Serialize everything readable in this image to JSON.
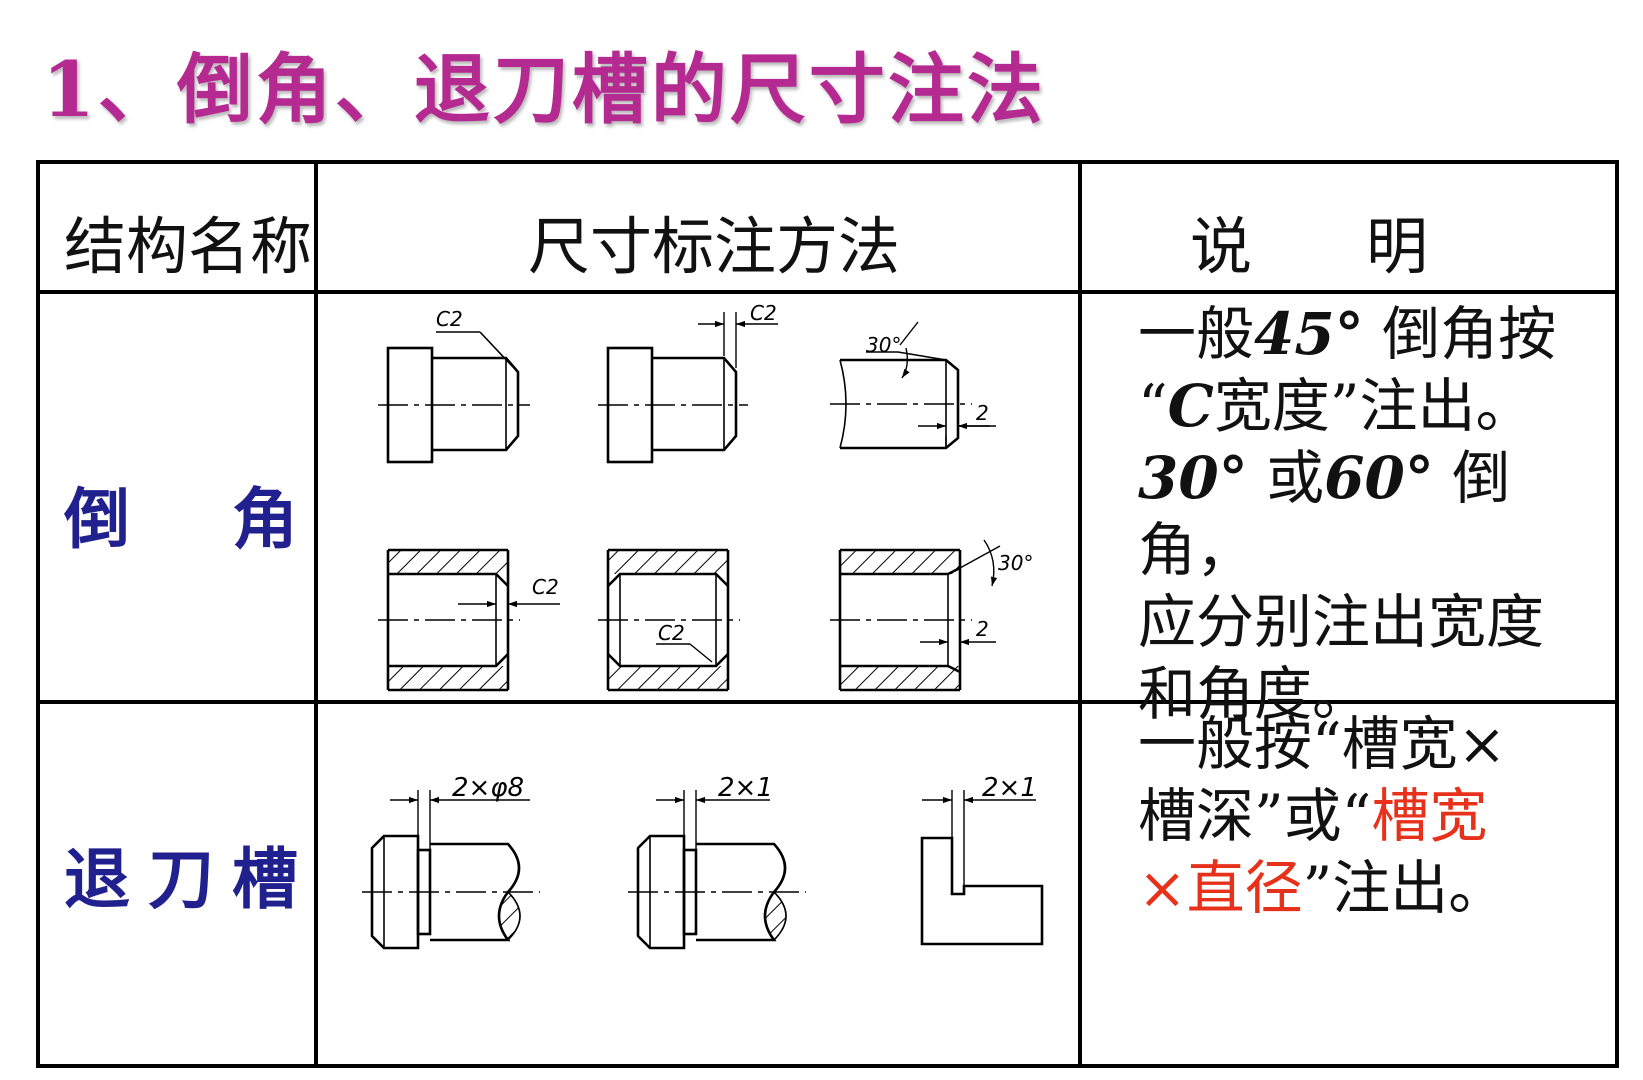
{
  "title": "1、倒角、退刀槽的尺寸注法",
  "table": {
    "headers": {
      "structure": "结构名称",
      "method": "尺寸标注方法",
      "desc_left": "说",
      "desc_right": "明"
    },
    "rows": [
      {
        "name_left": "倒",
        "name_right": "角",
        "labels": [
          "C2",
          "C2",
          "30°",
          "2",
          "C2",
          "C2",
          "30°",
          "2"
        ],
        "desc": {
          "l1a": "一般",
          "l1b": "45°",
          "l1c": " 倒角按",
          "l2a": "“",
          "l2b": "C",
          "l2c": "宽度”注出。",
          "l3a": "30°",
          "l3b": " 或",
          "l3c": "60°",
          "l3d": " 倒角，",
          "l4": "应分别注出宽度",
          "l5": "和角度。"
        }
      },
      {
        "name_left": "退",
        "name_mid": "刀",
        "name_right": "槽",
        "labels": [
          "2×φ8",
          "2×1",
          "2×1"
        ],
        "desc": {
          "l1": "一般按“槽宽×",
          "l2": "槽深”或“",
          "l2red": "槽宽",
          "l3red": "×直径",
          "l3": "”注出。"
        }
      }
    ]
  },
  "colors": {
    "title": "#b52a91",
    "row_name": "#20208e",
    "highlight": "#e8311b"
  }
}
